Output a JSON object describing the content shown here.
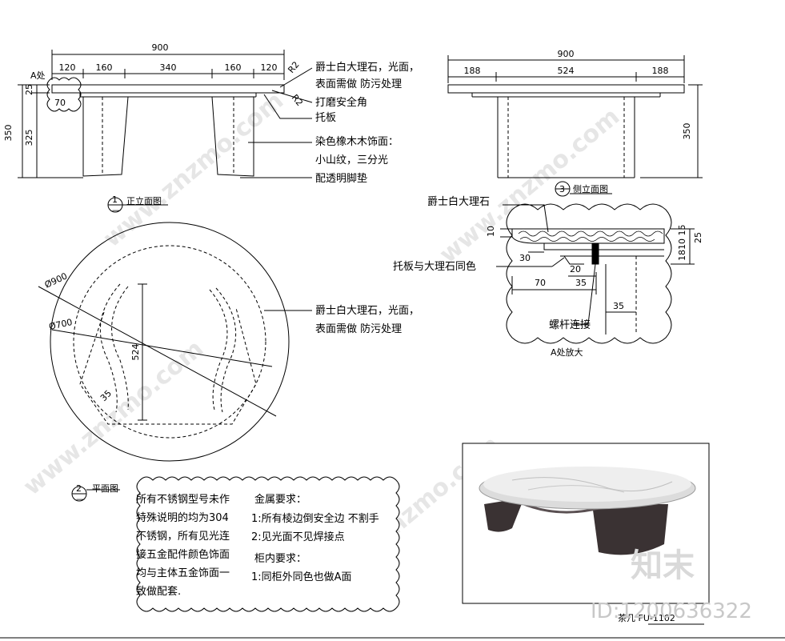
{
  "front_elevation": {
    "dim_total": "900",
    "dim_segments": [
      "120",
      "160",
      "340",
      "160",
      "120"
    ],
    "dim_left_h": "350",
    "dim_left_h_lower": "325",
    "dim_left_h_top": "25",
    "dim_70": "70",
    "label_a": "A处",
    "label_r2": "R2",
    "label_r2b": "R2",
    "note1": "爵士白大理石，光面，",
    "note2": "表面需做 防污处理",
    "note3": "打磨安全角",
    "note4": "托板",
    "note5": "染色橡木木饰面：",
    "note6": "小山纹，三分光",
    "note7": "配透明脚垫",
    "tag_num": "1",
    "tag_sub": "—",
    "title": "正立面图"
  },
  "side_elevation": {
    "dim_total": "900",
    "dim_segments": [
      "188",
      "524",
      "188"
    ],
    "dim_right_h": "350",
    "tag_num": "3",
    "tag_sub": "—",
    "title": "侧立面图"
  },
  "detail_a": {
    "note_top": "爵士白大理石",
    "note_left": "托板与大理石同色",
    "note_bolt": "螺杆连接",
    "dim_30": "30",
    "dim_10": "10",
    "dim_70": "70",
    "dim_20": "20",
    "dim_35a": "35",
    "dim_35b": "35",
    "dim_25": "25",
    "dim_stack": "1810 15",
    "title": "A处放大"
  },
  "plan": {
    "dim_900": "Ø900",
    "dim_700": "Ø700",
    "dim_524": "524",
    "dim_35": "35",
    "note1": "爵士白大理石，光面，",
    "note2": "表面需做 防污处理",
    "tag_num": "2",
    "tag_sub": "—",
    "title": "平面图"
  },
  "notes_box": {
    "left_lines": [
      "所有不锈钢型号未作",
      "特殊说明的均为304",
      "不锈钢，所有见光连",
      "接五金配件颜色饰面",
      "均与主体五金饰面一",
      "致做配套."
    ],
    "metal_title": "金属要求：",
    "metal_items": [
      "1:所有棱边倒安全边 不割手",
      "2:见光面不见焊接点"
    ],
    "cab_title": "柜内要求：",
    "cab_items": [
      "1:同柜外同色也做A面"
    ]
  },
  "product": {
    "caption": "茶几 FU-1102"
  },
  "watermark": {
    "text": "www.znzmo.com",
    "logo": "知末",
    "id": "ID:1200636322"
  },
  "colors": {
    "line": "#000000",
    "marble": "#dcdcdc",
    "wood": "#3a3233"
  }
}
